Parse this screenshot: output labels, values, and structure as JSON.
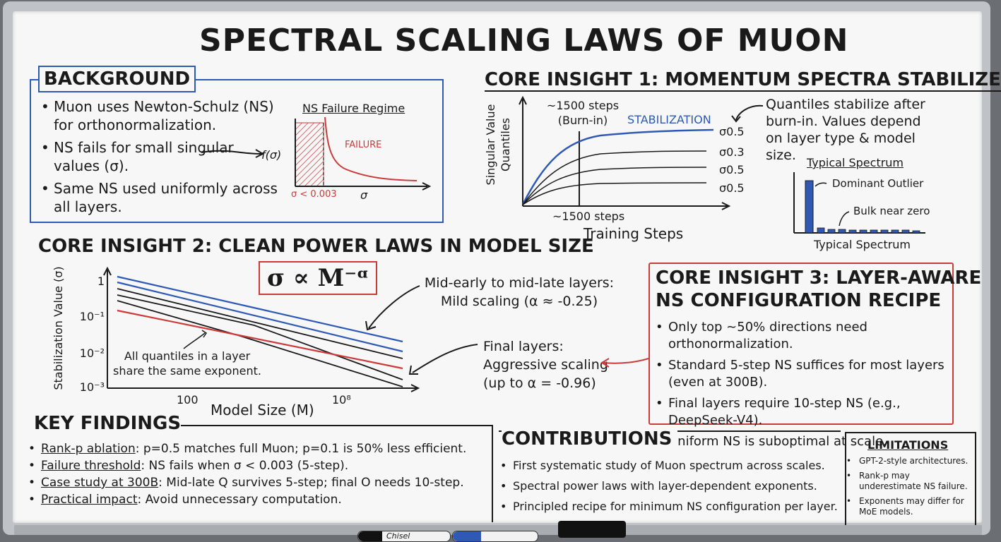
{
  "title": "SPECTRAL SCALING LAWS OF MUON",
  "background": {
    "heading": "BACKGROUND",
    "bullets": [
      "Muon uses Newton-Schulz (NS) for orthonormalization.",
      "NS fails for small singular values (σ).",
      "Same NS used uniformly across all layers."
    ],
    "plot": {
      "title": "NS Failure Regime",
      "ylabel": "f(σ)",
      "failure_label": "FAILURE",
      "threshold_label": "σ < 0.003",
      "xlabel": "σ"
    }
  },
  "insight1": {
    "heading": "CORE INSIGHT 1: MOMENTUM SPECTRA STABILIZE",
    "note": "Quantiles stabilize after burn-in. Values depend on layer type & model size.",
    "chart": {
      "ylabel": "Singular Value Quantiles",
      "xlabel": "Training Steps",
      "burnin_label": "~1500 steps (Burn-in)",
      "stabilization_label": "STABILIZATION",
      "bottom_label": "~1500 steps",
      "curve_labels": [
        "σ0.5",
        "σ0.3",
        "σ0.5",
        "σ0.5"
      ]
    },
    "spectrum": {
      "title": "Typical Spectrum",
      "outlier_label": "Dominant Outlier",
      "bulk_label": "Bulk near zero",
      "caption": "Typical Spectrum"
    }
  },
  "insight2": {
    "heading": "CORE INSIGHT 2: CLEAN POWER LAWS IN MODEL SIZE",
    "formula": "σ ∝ M⁻ᵅ",
    "chart": {
      "ylabel": "Stabilization Value (σ)",
      "xlabel": "Model Size (M)",
      "yticks": [
        "1",
        "10⁻¹",
        "10⁻²",
        "10⁻³"
      ],
      "xticks": [
        "100",
        "10⁸"
      ]
    },
    "annot_mid": [
      "Mid-early to mid-late layers:",
      "Mild scaling (α ≈ -0.25)"
    ],
    "annot_final": [
      "Final layers:",
      "Aggressive scaling",
      "(up to α = -0.96)"
    ],
    "annot_quantiles": [
      "All quantiles in a layer",
      "share the same exponent."
    ]
  },
  "insight3": {
    "heading": [
      "CORE INSIGHT 3: LAYER-AWARE",
      "NS CONFIGURATION RECIPE"
    ],
    "bullets": [
      "Only top ~50% directions need orthonormalization.",
      "Standard 5-step NS suffices for most layers (even at 300B).",
      "Final layers require 10-step NS (e.g., DeepSeek-V4).",
      "Uniform NS is suboptimal at scale."
    ]
  },
  "findings": {
    "heading": "KEY FINDINGS",
    "items": [
      {
        "term": "Rank-p ablation",
        "text": ": p=0.5 matches full Muon; p=0.1 is 50% less efficient."
      },
      {
        "term": "Failure threshold",
        "text": ": NS fails when σ < 0.003 (5-step)."
      },
      {
        "term": "Case study at 300B",
        "text": ": Mid-late Q survives 5-step; final O needs 10-step."
      },
      {
        "term": "Practical impact",
        "text": ": Avoid unnecessary computation."
      }
    ]
  },
  "contributions": {
    "heading": "CONTRIBUTIONS",
    "bullets": [
      "First systematic study of Muon spectrum across scales.",
      "Spectral power laws with layer-dependent exponents.",
      "Principled recipe for minimum NS configuration per layer."
    ]
  },
  "limitations": {
    "heading": "LIMITATIONS",
    "bullets": [
      "GPT-2-style architectures.",
      "Rank-p may underestimate NS failure.",
      "Exponents may differ for MoE models."
    ]
  },
  "marker_label": "Chisel",
  "colors": {
    "blue": "#2f59b5",
    "red": "#cc3a3a",
    "ink": "#1a1a1a"
  },
  "chart_data": [
    {
      "type": "line",
      "title": "",
      "xlabel": "Model Size (M)",
      "ylabel": "Stabilization Value (σ)",
      "yscale": "log",
      "ylim": [
        0.001,
        1
      ],
      "xticks": [
        "100",
        "10⁸"
      ],
      "series_shapes": "six declining lines: two blue (mild), three black, one red"
    },
    {
      "type": "line",
      "title": "",
      "xlabel": "Training Steps",
      "ylabel": "Singular Value Quantiles",
      "annotations": [
        "~1500 steps (Burn-in)",
        "STABILIZATION"
      ],
      "series_labels": [
        "σ0.5",
        "σ0.3",
        "σ0.5",
        "σ0.5"
      ]
    }
  ]
}
